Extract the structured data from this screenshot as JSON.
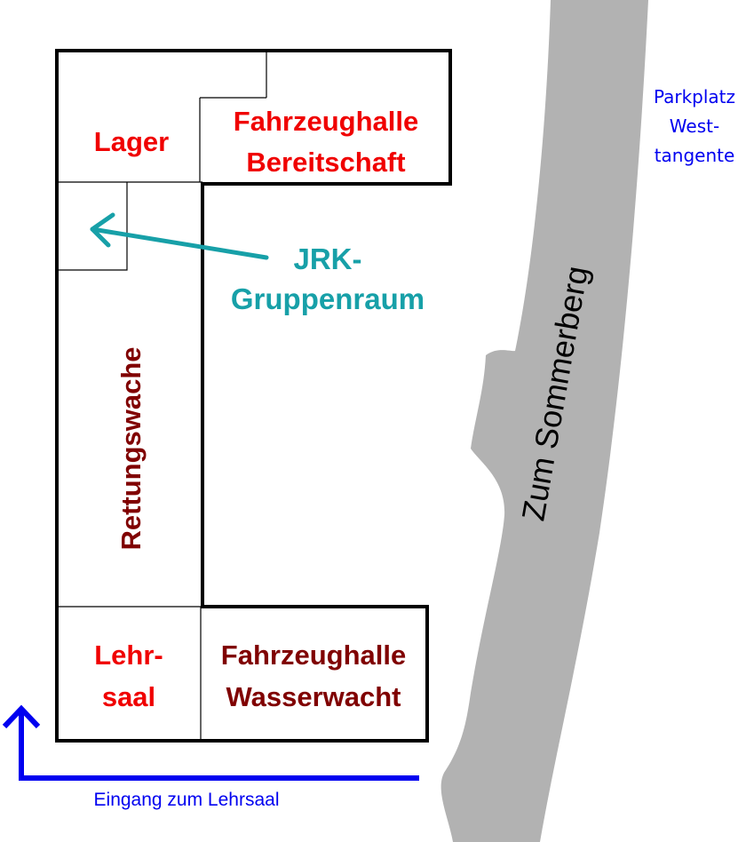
{
  "colors": {
    "red": "#f00000",
    "dark_red": "#800000",
    "teal": "#17a0a8",
    "blue": "#0000f0",
    "road": "#b2b2b2",
    "walls": "#000000"
  },
  "rooms": {
    "lager": "Lager",
    "fz_bereitschaft_1": "Fahrzeughalle",
    "fz_bereitschaft_2": "Bereitschaft",
    "rettungswache": "Rettungswache",
    "lehrsaal_1": "Lehr-",
    "lehrsaal_2": "saal",
    "fz_wasserwacht_1": "Fahrzeughalle",
    "fz_wasserwacht_2": "Wasserwacht"
  },
  "jrk": {
    "line1": "JRK-",
    "line2": "Gruppenraum"
  },
  "road": {
    "name": "Zum Sommerberg"
  },
  "parking": {
    "line1": "Parkplatz",
    "line2": "West-",
    "line3": "tangente"
  },
  "entrance": {
    "label": "Eingang zum Lehrsaal"
  }
}
